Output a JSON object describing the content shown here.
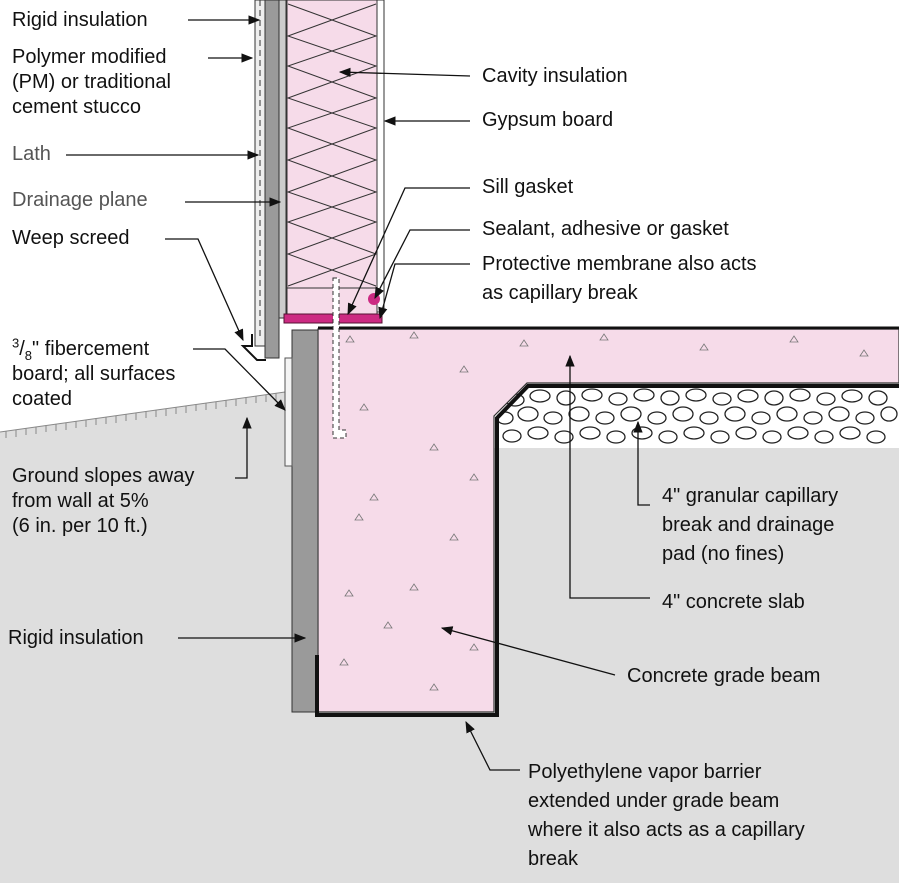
{
  "labels": {
    "rigid_insulation_top": "Rigid insulation",
    "stucco": [
      "Polymer modified",
      "(PM) or traditional",
      "cement stucco"
    ],
    "lath": "Lath",
    "drainage_plane": "Drainage plane",
    "weep_screed": "Weep screed",
    "fibercement": {
      "num": "3",
      "den": "8",
      "line1": "\" fibercement",
      "line2": "board; all surfaces",
      "line3": "coated"
    },
    "ground_slope": [
      "Ground slopes away",
      "from wall at 5%",
      "(6  in. per 10 ft.)"
    ],
    "rigid_insulation_bottom": "Rigid insulation",
    "cavity_insulation": "Cavity insulation",
    "gypsum_board": "Gypsum board",
    "sill_gasket": "Sill gasket",
    "sealant": "Sealant, adhesive or gasket",
    "protective_membrane": [
      "Protective membrane also acts",
      "as capillary break"
    ],
    "granular": [
      "4\" granular capillary",
      "break and drainage",
      "pad (no fines)"
    ],
    "concrete_slab": "4\" concrete slab",
    "grade_beam": "Concrete grade beam",
    "vapor_barrier": [
      "Polyethylene vapor barrier",
      "extended under grade beam",
      "where it also acts as a capillary",
      "break"
    ]
  },
  "colors": {
    "concrete": "#f6dbe9",
    "membrane": "#cc2a82",
    "ground": "#dedede",
    "insulation": "#9a9a9a",
    "gravel": "#ffffff"
  }
}
